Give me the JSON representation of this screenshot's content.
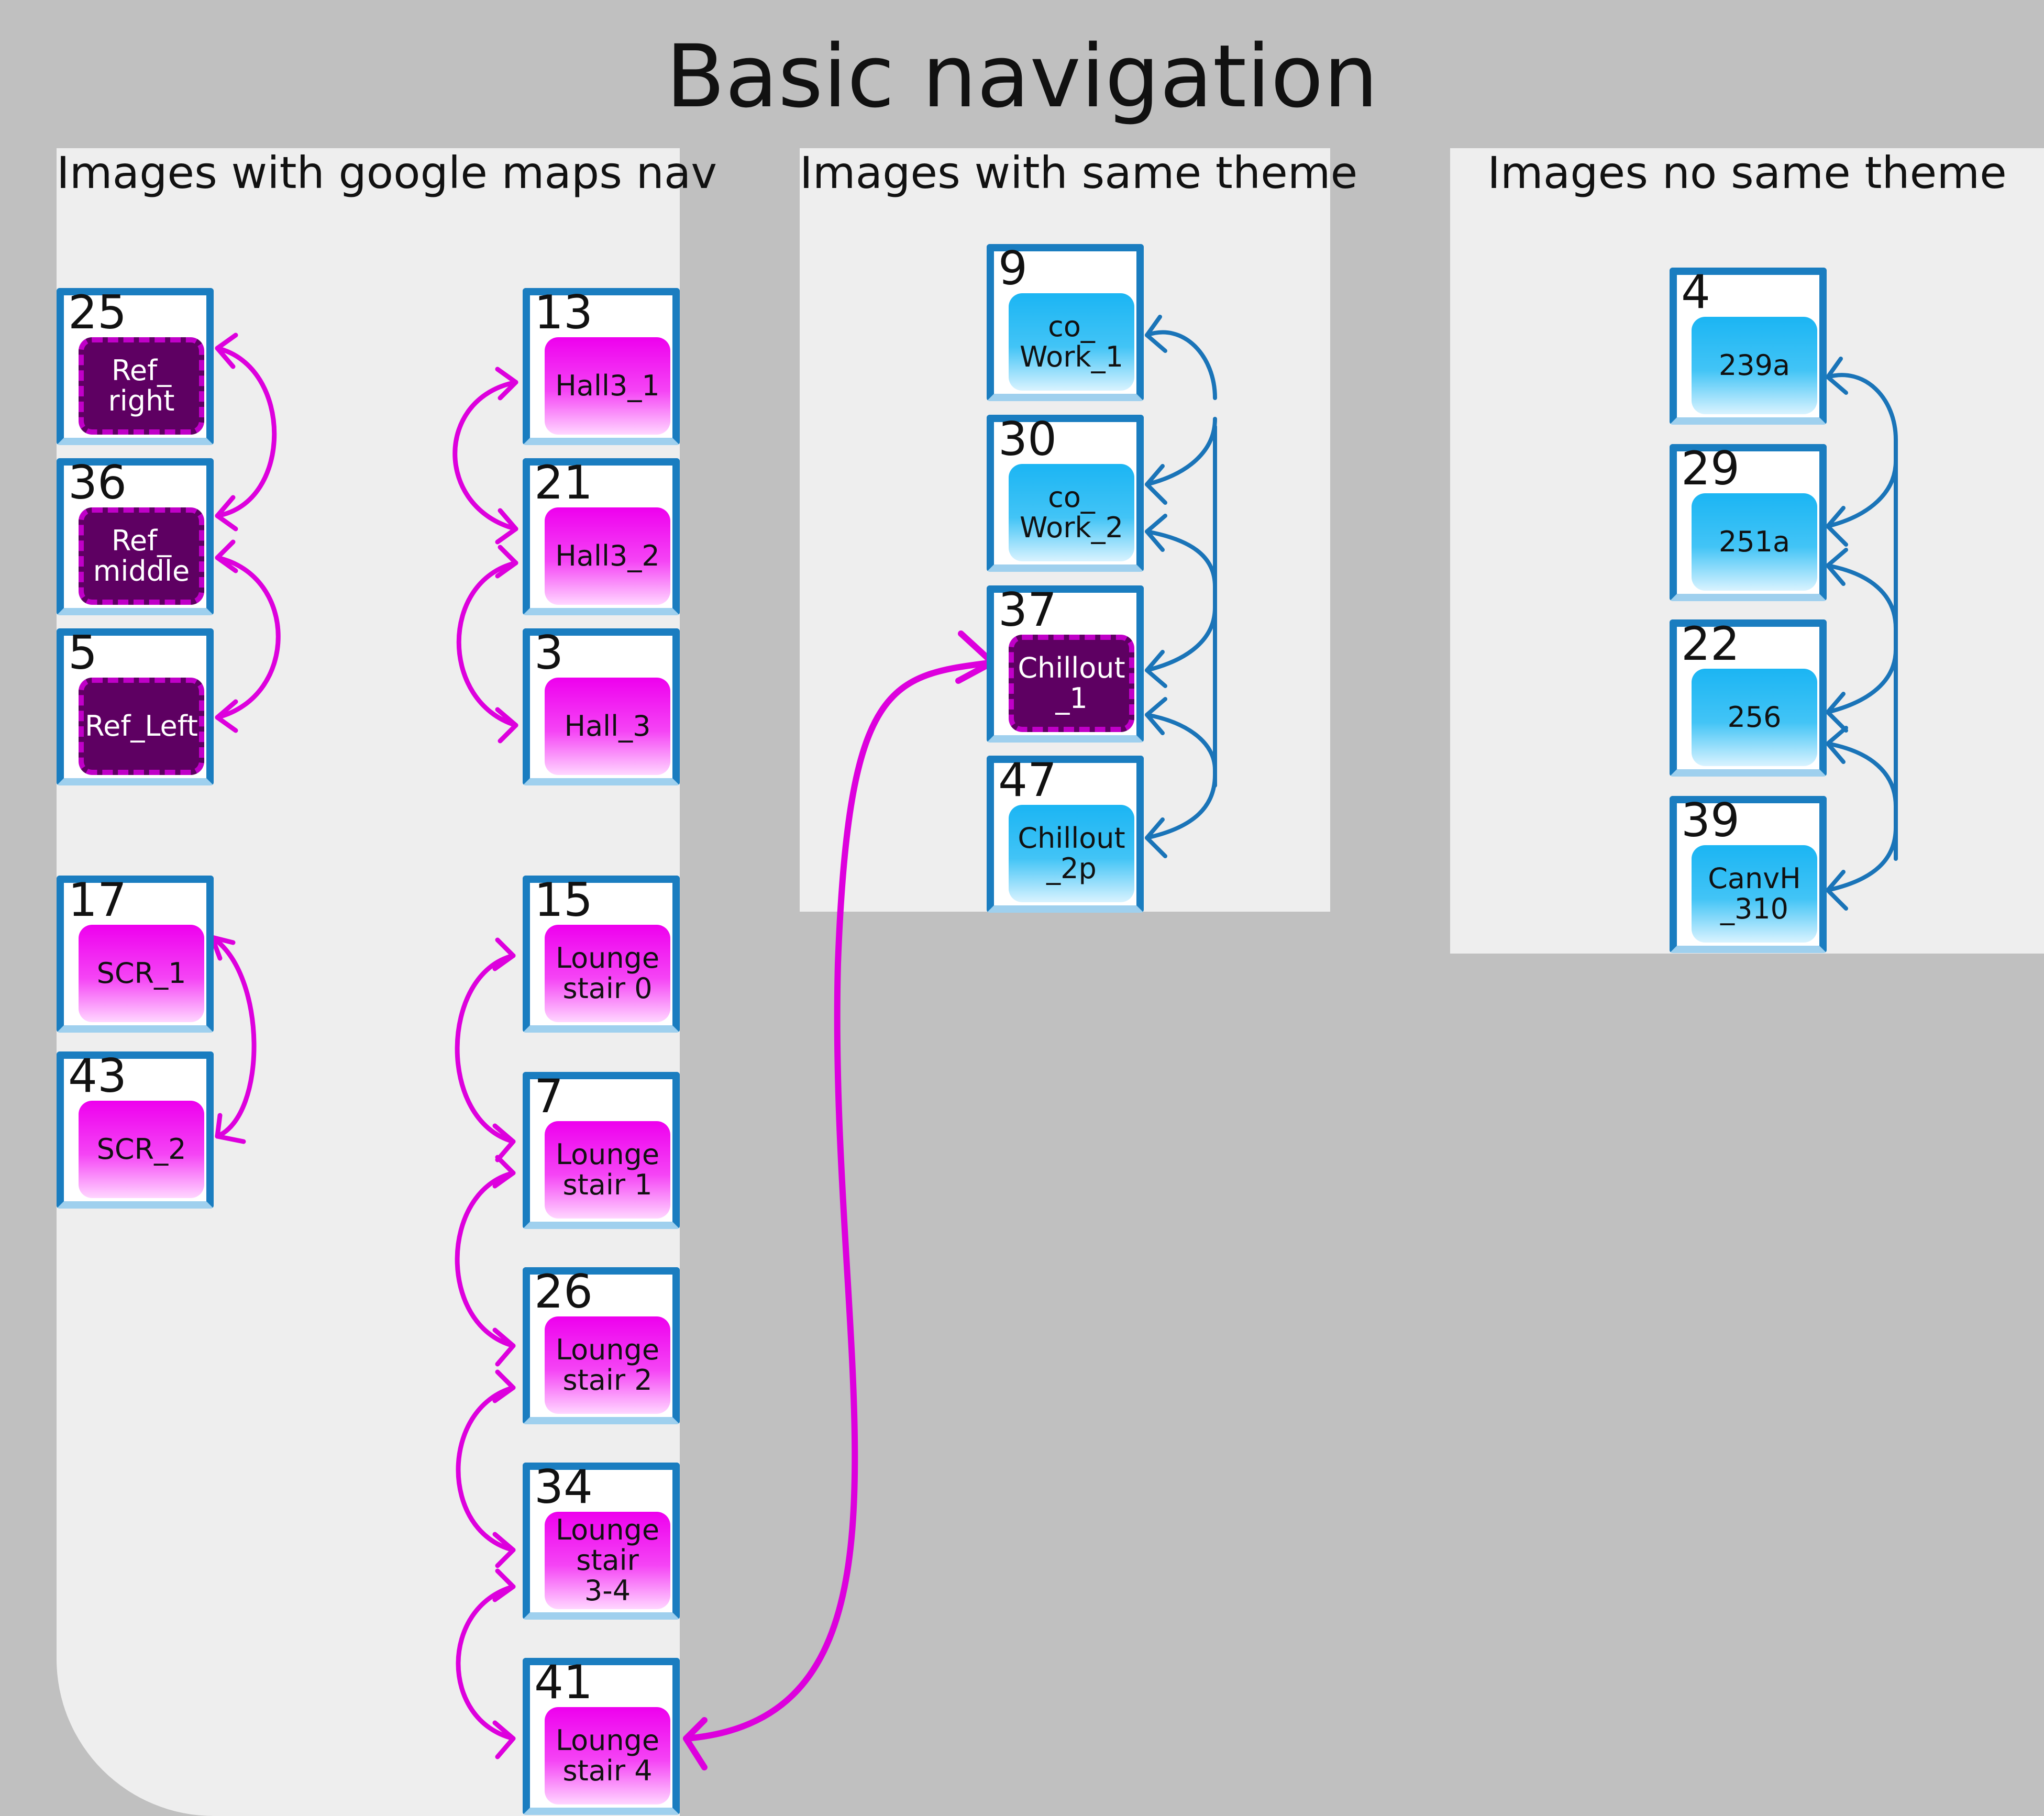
{
  "title": "Basic navigation",
  "panels": {
    "google": {
      "title": "Images with google maps nav"
    },
    "same": {
      "title": "Images with same theme"
    },
    "nosame": {
      "title": "Images no same theme"
    }
  },
  "cards": [
    {
      "num": "25",
      "label": "Ref_\nright",
      "style": "dark"
    },
    {
      "num": "36",
      "label": "Ref_\nmiddle",
      "style": "dark"
    },
    {
      "num": "5",
      "label": "Ref_Left",
      "style": "dark"
    },
    {
      "num": "17",
      "label": "SCR_1",
      "style": "pink"
    },
    {
      "num": "43",
      "label": "SCR_2",
      "style": "pink"
    },
    {
      "num": "13",
      "label": "Hall3_1",
      "style": "pink"
    },
    {
      "num": "21",
      "label": "Hall3_2",
      "style": "pink"
    },
    {
      "num": "3",
      "label": "Hall_3",
      "style": "pink"
    },
    {
      "num": "15",
      "label": "Lounge\nstair 0",
      "style": "pink"
    },
    {
      "num": "7",
      "label": "Lounge\nstair 1",
      "style": "pink"
    },
    {
      "num": "26",
      "label": "Lounge\nstair 2",
      "style": "pink"
    },
    {
      "num": "34",
      "label": "Lounge\nstair\n3-4",
      "style": "pink"
    },
    {
      "num": "41",
      "label": "Lounge\nstair 4",
      "style": "pink"
    },
    {
      "num": "9",
      "label": "co_\nWork_1",
      "style": "blue"
    },
    {
      "num": "30",
      "label": "co_\nWork_2",
      "style": "blue"
    },
    {
      "num": "37",
      "label": "Chillout\n_1",
      "style": "dark"
    },
    {
      "num": "47",
      "label": "Chillout\n_2p",
      "style": "blue"
    },
    {
      "num": "4",
      "label": "239a",
      "style": "blue"
    },
    {
      "num": "29",
      "label": "251a",
      "style": "blue"
    },
    {
      "num": "22",
      "label": "256",
      "style": "blue"
    },
    {
      "num": "39",
      "label": "CanvH\n_310",
      "style": "blue"
    }
  ],
  "colors": {
    "pink_arrow": "#dd00dd",
    "blue_arrow": "#1a74b8",
    "card_border": "#1a7dc0"
  }
}
